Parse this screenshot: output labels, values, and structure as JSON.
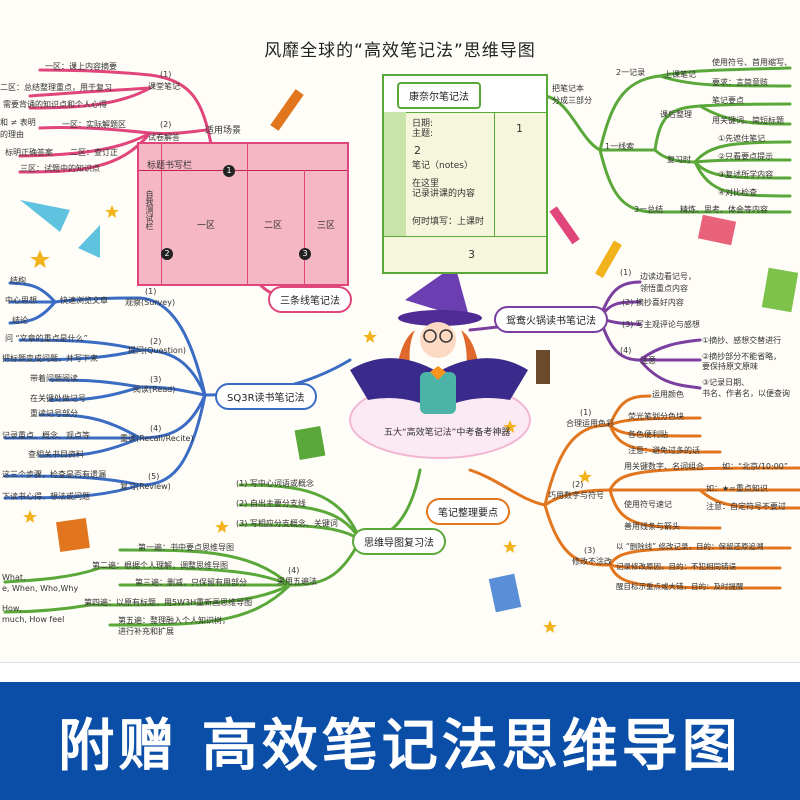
{
  "title": "风靡全球的“高效笔记法”思维导图",
  "center_label": "五大“高效笔记法”中考备考神器",
  "banner": "附赠  高效笔记法思维导图",
  "three_line": {
    "name": "三条线笔记法",
    "scene": "适用场景",
    "items": [
      "(1)",
      "课堂笔记",
      "一区：课上内容摘要",
      "二区：总结整理重点，用于复习",
      "需要背诵的知识点和个人心得",
      "和 ≠ 表明",
      "的理由",
      "(2)",
      "试卷解答",
      "一区：实际解题区",
      "标明正确答案",
      "二区：查订正",
      "三区：试题中的知识点"
    ],
    "diagram": {
      "header": "标题书写栏",
      "left_col": "自我测试栏",
      "zone1": "一区",
      "zone2": "二区",
      "zone3": "三区",
      "m1": "1",
      "m2": "2",
      "m3": "3"
    }
  },
  "cornell": {
    "name": "康奈尔笔记法",
    "box": {
      "date": "日期:",
      "topic": "主题:",
      "num1": "1",
      "num2": "2",
      "notes": "笔记（notes）",
      "here1": "在这里",
      "here2": "记录讲课的内容",
      "fill": "何时填写：上课时",
      "num3": "3"
    },
    "split1": "把笔记本",
    "split2": "分成三部分",
    "branches": [
      "2一记录",
      "上课笔记",
      "使用符号、首用缩写、",
      "要求：言简意赅",
      "课后整理",
      "笔记要点",
      "用关键词、简短标题",
      "1一线索",
      "复习时",
      "①先遮住笔记",
      "②只看要点提示",
      "③复述所学内容",
      "④对比检查",
      "3一总结",
      "精炼、思考、体会等内容"
    ]
  },
  "sq3r": {
    "name": "SQ3R读书笔记法",
    "items": [
      "结构",
      "中心思想",
      "结论",
      "快速浏览文章",
      "(1)",
      "观察(Survey)",
      "问 “文章的重点是什么”",
      "(2)",
      "提问(Question)",
      "把标题变成问题，并写下来",
      "带着问题阅读",
      "(3)",
      "阅读(Read)",
      "在关键处做记号",
      "重读记号部分",
      "记录重点、概念、观点等",
      "(4)",
      "重读(Recall/Recite)",
      "查相关书目资料",
      "(5)",
      "这三个步骤，检查是否有遗漏",
      "复习(Review)",
      "下读书心得、想法或问题"
    ]
  },
  "hotpot": {
    "name": "鸳鸯火锅读书笔记法",
    "items": [
      "(1)",
      "边读边看记号，",
      "领悟重点内容",
      "(2) 摘抄喜好内容",
      "(3) 写主观评论与感想",
      "(4)",
      "注意",
      "①摘抄、感想交替进行",
      "②摘抄部分不能省略，",
      "要保持原文原味",
      "③记录日期、",
      "书名、作者名，以便查询"
    ]
  },
  "mindmap": {
    "name": "思维导图复习法",
    "items": [
      "(1) 写中心词语或概念",
      "(2) 自出主要分支线",
      "(3) 写相应分支概念、关键词",
      "(4)",
      "采用五遍法",
      "第一遍：书中要点思维导图",
      "第二遍：根据个人理解，调整思维导图",
      "第三遍：删减，只保留有用部分",
      "第四遍：以原有标题，用5W3H重新画思维导图",
      "第五遍：整理融入个人知识树，",
      "进行补充和扩展",
      "What,",
      "e, When, Who,Why",
      "How,",
      "much, How feel"
    ]
  },
  "notes_points": {
    "name": "笔记整理要点",
    "items": [
      "运用颜色",
      "(1)",
      "合理运用色彩",
      "荧光笔划分色块",
      "各色便利贴",
      "注意：避免过多的话",
      "用关键数字、名词组合",
      "如：“北京/10:00”",
      "(2)",
      "巧用数字与符号",
      "使用符号速记",
      "如：★=重点知识",
      "注意：自定符号不要过",
      "善用线条与箭头",
      "(3)",
      "修改不涂改",
      "以 “删除线” 修改记录，目的：保留还原追溯",
      "记录修改原因，目的：不犯相同错误",
      "醒目标示重点或大错，目的：及时提醒"
    ]
  },
  "colors": {
    "pink": "#e0457b",
    "purple": "#7b3fa0",
    "blue": "#3a6cc4",
    "green": "#5aa83a",
    "orange": "#e2761f",
    "banner": "#0a4ea8"
  }
}
